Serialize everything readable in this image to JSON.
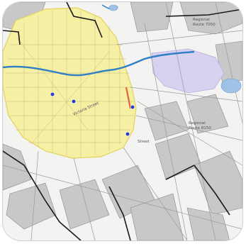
{
  "map": {
    "labels": [
      {
        "id": "route-label-upper",
        "line1": "Regional",
        "line2": "Route 7050"
      },
      {
        "id": "route-label-right",
        "line1": "Regional",
        "line2": "Route 8150"
      },
      {
        "id": "street-label-center",
        "line1": "Victoria Street",
        "line2": ""
      },
      {
        "id": "street-label-small",
        "line1": "Street",
        "line2": ""
      }
    ],
    "colors": {
      "urban_area": "#f6f0a4",
      "urban_edge": "#e2d25a",
      "water": "#2e7fc4",
      "lake": "#9fc3e6",
      "boundary": "#1a1a1a",
      "parcel_fill": "#c9c9c9",
      "town_area": "#d8d2f0",
      "marker": "#2a3cc4",
      "highlight_road": "#e0663a"
    },
    "markers": [
      "poi-marker",
      "poi-marker",
      "poi-marker",
      "poi-marker"
    ]
  }
}
